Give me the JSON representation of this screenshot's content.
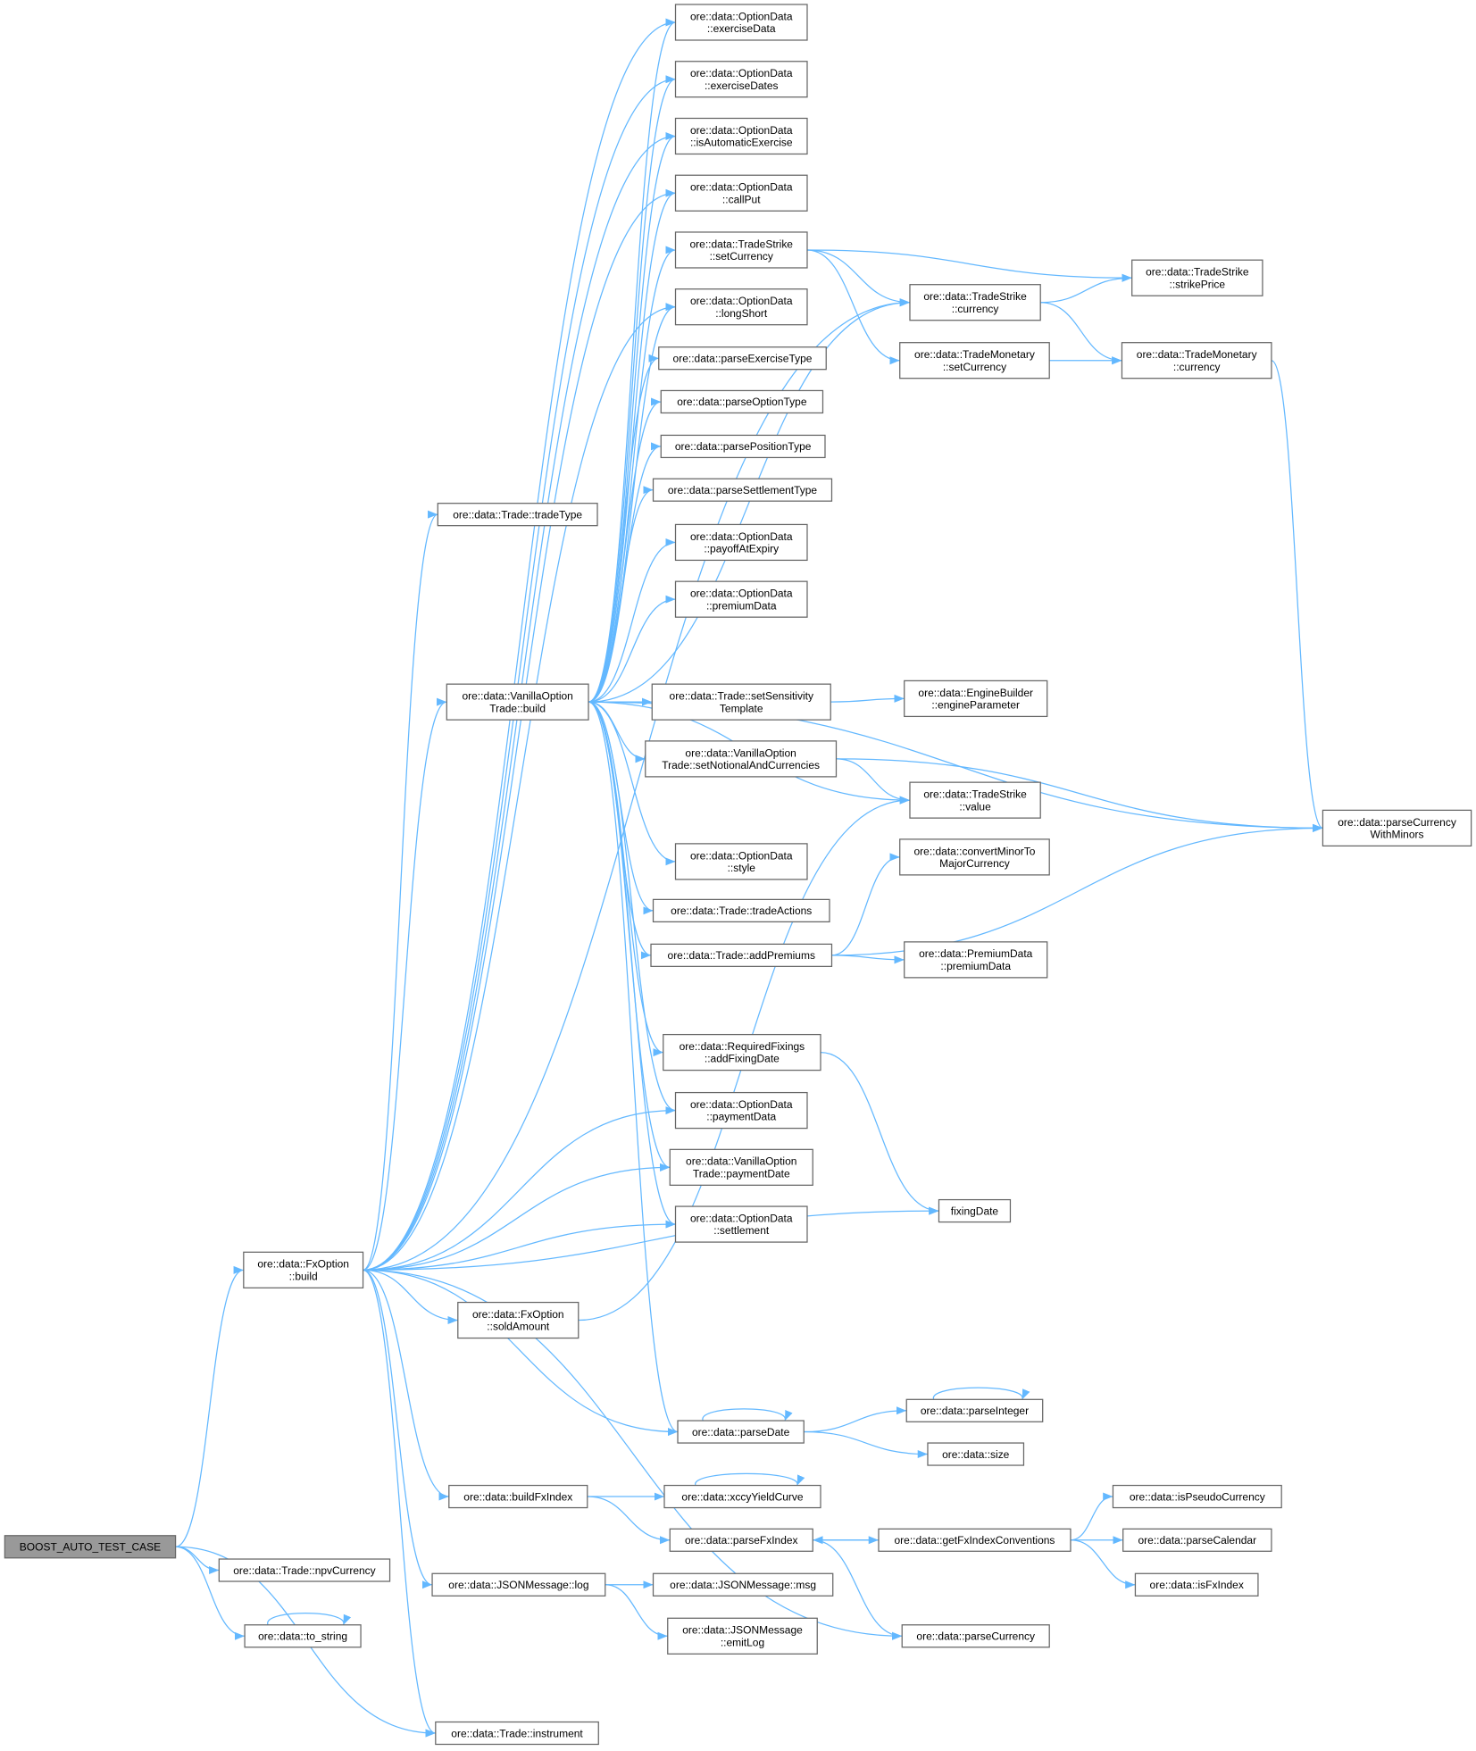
{
  "title": "Call graph of BOOST_AUTO_TEST_CASE",
  "colors": {
    "edge": "#63b8ff",
    "root_fill": "#999999",
    "node_border": "#666666"
  },
  "nodes": [
    {
      "id": "exerciseData",
      "lines": [
        "ore::data::OptionData",
        "::exerciseData"
      ]
    },
    {
      "id": "exerciseDates",
      "lines": [
        "ore::data::OptionData",
        "::exerciseDates"
      ]
    },
    {
      "id": "isAutomaticExercise",
      "lines": [
        "ore::data::OptionData",
        "::isAutomaticExercise"
      ]
    },
    {
      "id": "callPut",
      "lines": [
        "ore::data::OptionData",
        "::callPut"
      ]
    },
    {
      "id": "tsSetCurrency",
      "lines": [
        "ore::data::TradeStrike",
        "::setCurrency"
      ]
    },
    {
      "id": "longShort",
      "lines": [
        "ore::data::OptionData",
        "::longShort"
      ]
    },
    {
      "id": "parseExerciseType",
      "lines": [
        "ore::data::parseExerciseType"
      ]
    },
    {
      "id": "parseOptionType",
      "lines": [
        "ore::data::parseOptionType"
      ]
    },
    {
      "id": "parsePositionType",
      "lines": [
        "ore::data::parsePositionType"
      ]
    },
    {
      "id": "parseSettlementType",
      "lines": [
        "ore::data::parseSettlementType"
      ]
    },
    {
      "id": "payoffAtExpiry",
      "lines": [
        "ore::data::OptionData",
        "::payoffAtExpiry"
      ]
    },
    {
      "id": "odPremiumData",
      "lines": [
        "ore::data::OptionData",
        "::premiumData"
      ]
    },
    {
      "id": "tradeType",
      "lines": [
        "ore::data::Trade::tradeType"
      ]
    },
    {
      "id": "voBuild",
      "lines": [
        "ore::data::VanillaOption",
        "Trade::build"
      ]
    },
    {
      "id": "setSensitivityTemplate",
      "lines": [
        "ore::data::Trade::setSensitivity",
        "Template"
      ]
    },
    {
      "id": "engineParameter",
      "lines": [
        "ore::data::EngineBuilder",
        "::engineParameter"
      ]
    },
    {
      "id": "setNotional",
      "lines": [
        "ore::data::VanillaOption",
        "Trade::setNotionalAndCurrencies"
      ]
    },
    {
      "id": "tsValue",
      "lines": [
        "ore::data::TradeStrike",
        "::value"
      ]
    },
    {
      "id": "odStyle",
      "lines": [
        "ore::data::OptionData",
        "::style"
      ]
    },
    {
      "id": "tradeActions",
      "lines": [
        "ore::data::Trade::tradeActions"
      ]
    },
    {
      "id": "addPremiums",
      "lines": [
        "ore::data::Trade::addPremiums"
      ]
    },
    {
      "id": "convertMinor",
      "lines": [
        "ore::data::convertMinorTo",
        "MajorCurrency"
      ]
    },
    {
      "id": "pdPremiumData",
      "lines": [
        "ore::data::PremiumData",
        "::premiumData"
      ]
    },
    {
      "id": "tsCurrency",
      "lines": [
        "ore::data::TradeStrike",
        "::currency"
      ]
    },
    {
      "id": "tmSetCurrency",
      "lines": [
        "ore::data::TradeMonetary",
        "::setCurrency"
      ]
    },
    {
      "id": "strikePrice",
      "lines": [
        "ore::data::TradeStrike",
        "::strikePrice"
      ]
    },
    {
      "id": "tmCurrency",
      "lines": [
        "ore::data::TradeMonetary",
        "::currency"
      ]
    },
    {
      "id": "parseCurrencyWithMinors",
      "lines": [
        "ore::data::parseCurrency",
        "WithMinors"
      ]
    },
    {
      "id": "addFixingDate",
      "lines": [
        "ore::data::RequiredFixings",
        "::addFixingDate"
      ]
    },
    {
      "id": "paymentData",
      "lines": [
        "ore::data::OptionData",
        "::paymentData"
      ]
    },
    {
      "id": "paymentDate",
      "lines": [
        "ore::data::VanillaOption",
        "Trade::paymentDate"
      ]
    },
    {
      "id": "settlement",
      "lines": [
        "ore::data::OptionData",
        "::settlement"
      ]
    },
    {
      "id": "fixingDate",
      "lines": [
        "fixingDate"
      ]
    },
    {
      "id": "fxBuild",
      "lines": [
        "ore::data::FxOption",
        "::build"
      ]
    },
    {
      "id": "soldAmount",
      "lines": [
        "ore::data::FxOption",
        "::soldAmount"
      ]
    },
    {
      "id": "parseDate",
      "lines": [
        "ore::data::parseDate"
      ]
    },
    {
      "id": "parseInteger",
      "lines": [
        "ore::data::parseInteger"
      ]
    },
    {
      "id": "size",
      "lines": [
        "ore::data::size"
      ]
    },
    {
      "id": "buildFxIndex",
      "lines": [
        "ore::data::buildFxIndex"
      ]
    },
    {
      "id": "xccyYieldCurve",
      "lines": [
        "ore::data::xccyYieldCurve"
      ]
    },
    {
      "id": "parseFxIndex",
      "lines": [
        "ore::data::parseFxIndex"
      ]
    },
    {
      "id": "getFxIndexConventions",
      "lines": [
        "ore::data::getFxIndexConventions"
      ]
    },
    {
      "id": "isPseudoCurrency",
      "lines": [
        "ore::data::isPseudoCurrency"
      ]
    },
    {
      "id": "parseCalendar",
      "lines": [
        "ore::data::parseCalendar"
      ]
    },
    {
      "id": "isFxIndex",
      "lines": [
        "ore::data::isFxIndex"
      ]
    },
    {
      "id": "jsonLog",
      "lines": [
        "ore::data::JSONMessage::log"
      ]
    },
    {
      "id": "jsonMsg",
      "lines": [
        "ore::data::JSONMessage::msg"
      ]
    },
    {
      "id": "emitLog",
      "lines": [
        "ore::data::JSONMessage",
        "::emitLog"
      ]
    },
    {
      "id": "parseCurrency",
      "lines": [
        "ore::data::parseCurrency"
      ]
    },
    {
      "id": "boost",
      "lines": [
        "BOOST_AUTO_TEST_CASE"
      ],
      "root": true
    },
    {
      "id": "npvCurrency",
      "lines": [
        "ore::data::Trade::npvCurrency"
      ]
    },
    {
      "id": "toString",
      "lines": [
        "ore::data::to_string"
      ]
    },
    {
      "id": "instrument",
      "lines": [
        "ore::data::Trade::instrument"
      ]
    }
  ],
  "edges": [
    [
      "boost",
      "fxBuild"
    ],
    [
      "boost",
      "npvCurrency"
    ],
    [
      "boost",
      "toString"
    ],
    [
      "boost",
      "instrument"
    ],
    [
      "toString",
      "toString"
    ],
    [
      "fxBuild",
      "voBuild"
    ],
    [
      "fxBuild",
      "tradeType"
    ],
    [
      "fxBuild",
      "exerciseData"
    ],
    [
      "fxBuild",
      "exerciseDates"
    ],
    [
      "fxBuild",
      "isAutomaticExercise"
    ],
    [
      "fxBuild",
      "callPut"
    ],
    [
      "fxBuild",
      "longShort"
    ],
    [
      "fxBuild",
      "paymentData"
    ],
    [
      "fxBuild",
      "paymentDate"
    ],
    [
      "fxBuild",
      "settlement"
    ],
    [
      "fxBuild",
      "tsCurrency"
    ],
    [
      "fxBuild",
      "soldAmount"
    ],
    [
      "fxBuild",
      "fixingDate"
    ],
    [
      "fxBuild",
      "parseDate"
    ],
    [
      "fxBuild",
      "buildFxIndex"
    ],
    [
      "fxBuild",
      "jsonLog"
    ],
    [
      "fxBuild",
      "instrument"
    ],
    [
      "fxBuild",
      "parseCurrency"
    ],
    [
      "voBuild",
      "exerciseData"
    ],
    [
      "voBuild",
      "exerciseDates"
    ],
    [
      "voBuild",
      "isAutomaticExercise"
    ],
    [
      "voBuild",
      "callPut"
    ],
    [
      "voBuild",
      "tsSetCurrency"
    ],
    [
      "voBuild",
      "longShort"
    ],
    [
      "voBuild",
      "parseExerciseType"
    ],
    [
      "voBuild",
      "parseOptionType"
    ],
    [
      "voBuild",
      "parsePositionType"
    ],
    [
      "voBuild",
      "parseSettlementType"
    ],
    [
      "voBuild",
      "payoffAtExpiry"
    ],
    [
      "voBuild",
      "odPremiumData"
    ],
    [
      "voBuild",
      "tsCurrency"
    ],
    [
      "voBuild",
      "setSensitivityTemplate"
    ],
    [
      "voBuild",
      "setNotional"
    ],
    [
      "voBuild",
      "tsValue"
    ],
    [
      "voBuild",
      "odStyle"
    ],
    [
      "voBuild",
      "tradeActions"
    ],
    [
      "voBuild",
      "addPremiums"
    ],
    [
      "voBuild",
      "parseCurrencyWithMinors"
    ],
    [
      "voBuild",
      "addFixingDate"
    ],
    [
      "voBuild",
      "paymentData"
    ],
    [
      "voBuild",
      "paymentDate"
    ],
    [
      "voBuild",
      "settlement"
    ],
    [
      "voBuild",
      "parseDate"
    ],
    [
      "tsSetCurrency",
      "strikePrice"
    ],
    [
      "tsSetCurrency",
      "tsCurrency"
    ],
    [
      "tsSetCurrency",
      "tmSetCurrency"
    ],
    [
      "tsCurrency",
      "strikePrice"
    ],
    [
      "tsCurrency",
      "tmCurrency"
    ],
    [
      "tmSetCurrency",
      "tmCurrency"
    ],
    [
      "tmCurrency",
      "parseCurrencyWithMinors"
    ],
    [
      "setSensitivityTemplate",
      "engineParameter"
    ],
    [
      "setNotional",
      "tsValue"
    ],
    [
      "setNotional",
      "parseCurrencyWithMinors"
    ],
    [
      "addPremiums",
      "convertMinor"
    ],
    [
      "addPremiums",
      "parseCurrencyWithMinors"
    ],
    [
      "addPremiums",
      "pdPremiumData"
    ],
    [
      "addFixingDate",
      "fixingDate"
    ],
    [
      "soldAmount",
      "tsValue"
    ],
    [
      "parseDate",
      "parseDate"
    ],
    [
      "parseDate",
      "parseInteger"
    ],
    [
      "parseDate",
      "size"
    ],
    [
      "parseInteger",
      "parseInteger"
    ],
    [
      "buildFxIndex",
      "xccyYieldCurve"
    ],
    [
      "buildFxIndex",
      "parseFxIndex"
    ],
    [
      "xccyYieldCurve",
      "xccyYieldCurve"
    ],
    [
      "parseFxIndex",
      "getFxIndexConventions"
    ],
    [
      "parseFxIndex",
      "parseCurrency"
    ],
    [
      "getFxIndexConventions",
      "parseFxIndex"
    ],
    [
      "getFxIndexConventions",
      "isPseudoCurrency"
    ],
    [
      "getFxIndexConventions",
      "parseCalendar"
    ],
    [
      "getFxIndexConventions",
      "isFxIndex"
    ],
    [
      "jsonLog",
      "jsonMsg"
    ],
    [
      "jsonLog",
      "emitLog"
    ]
  ]
}
